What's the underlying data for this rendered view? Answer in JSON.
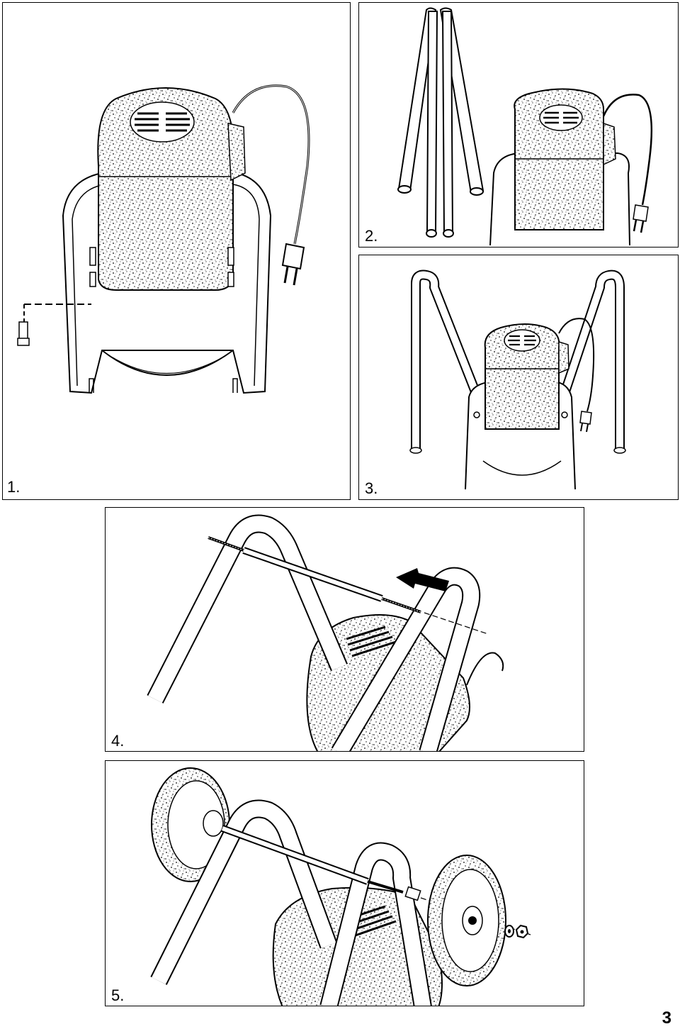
{
  "document": {
    "page_number": "3",
    "steps": [
      {
        "label": "1."
      },
      {
        "label": "2."
      },
      {
        "label": "3."
      },
      {
        "label": "4."
      },
      {
        "label": "5."
      }
    ]
  }
}
